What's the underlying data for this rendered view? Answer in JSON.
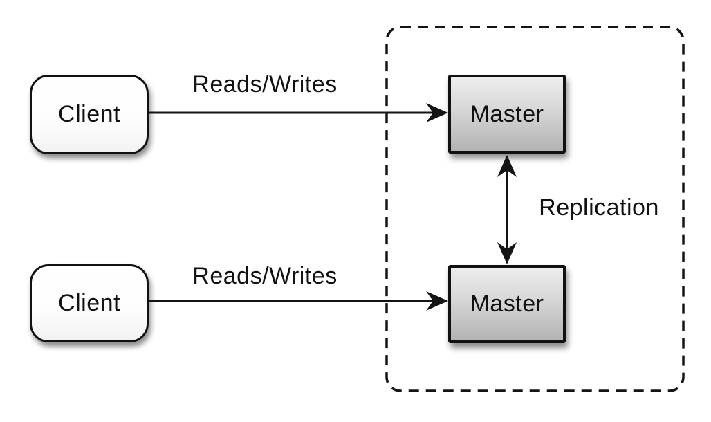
{
  "nodes": {
    "clients": [
      {
        "label": "Client"
      },
      {
        "label": "Client"
      }
    ],
    "masters": [
      {
        "label": "Master"
      },
      {
        "label": "Master"
      }
    ]
  },
  "labels": {
    "reads_writes_top": "Reads/Writes",
    "reads_writes_bottom": "Reads/Writes",
    "replication": "Replication"
  },
  "colors": {
    "background": "#ffffff",
    "line": "#141414",
    "box_border": "#111111",
    "master_gradient_top": "#ededed",
    "master_gradient_bottom": "#b3b3b3",
    "client_fill": "#ffffff",
    "text": "#111111"
  }
}
